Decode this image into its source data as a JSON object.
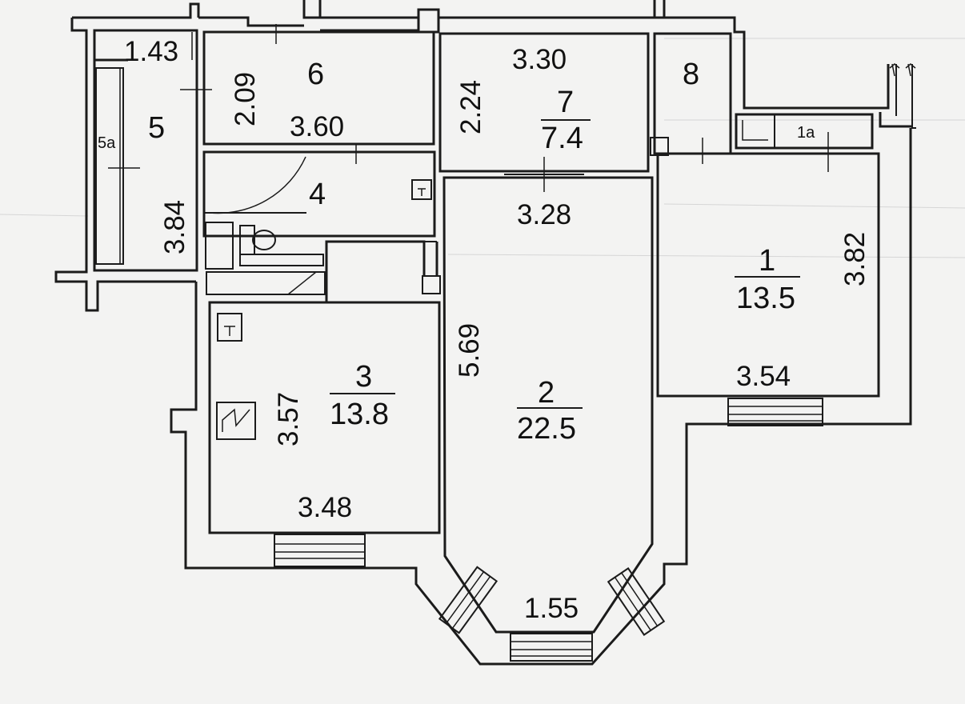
{
  "rooms": [
    {
      "id": "1",
      "area": "13.5"
    },
    {
      "id": "2",
      "area": "22.5"
    },
    {
      "id": "3",
      "area": "13.8"
    },
    {
      "id": "4",
      "area": ""
    },
    {
      "id": "5",
      "area": ""
    },
    {
      "id": "5a",
      "area": ""
    },
    {
      "id": "6",
      "area": ""
    },
    {
      "id": "7",
      "area": "7.4"
    },
    {
      "id": "8",
      "area": ""
    },
    {
      "id": "1a",
      "area": ""
    }
  ],
  "dimensions": {
    "d_1_43": "1.43",
    "d_2_09": "2.09",
    "d_3_60": "3.60",
    "d_3_84": "3.84",
    "d_2_24": "2.24",
    "d_3_30": "3.30",
    "d_3_28": "3.28",
    "d_3_82": "3.82",
    "d_3_54": "3.54",
    "d_5_69": "5.69",
    "d_3_57": "3.57",
    "d_3_48": "3.48",
    "d_1_55": "1.55"
  },
  "colors": {
    "line": "#1b1b1b",
    "paper": "#f3f3f2",
    "text": "#111111"
  }
}
